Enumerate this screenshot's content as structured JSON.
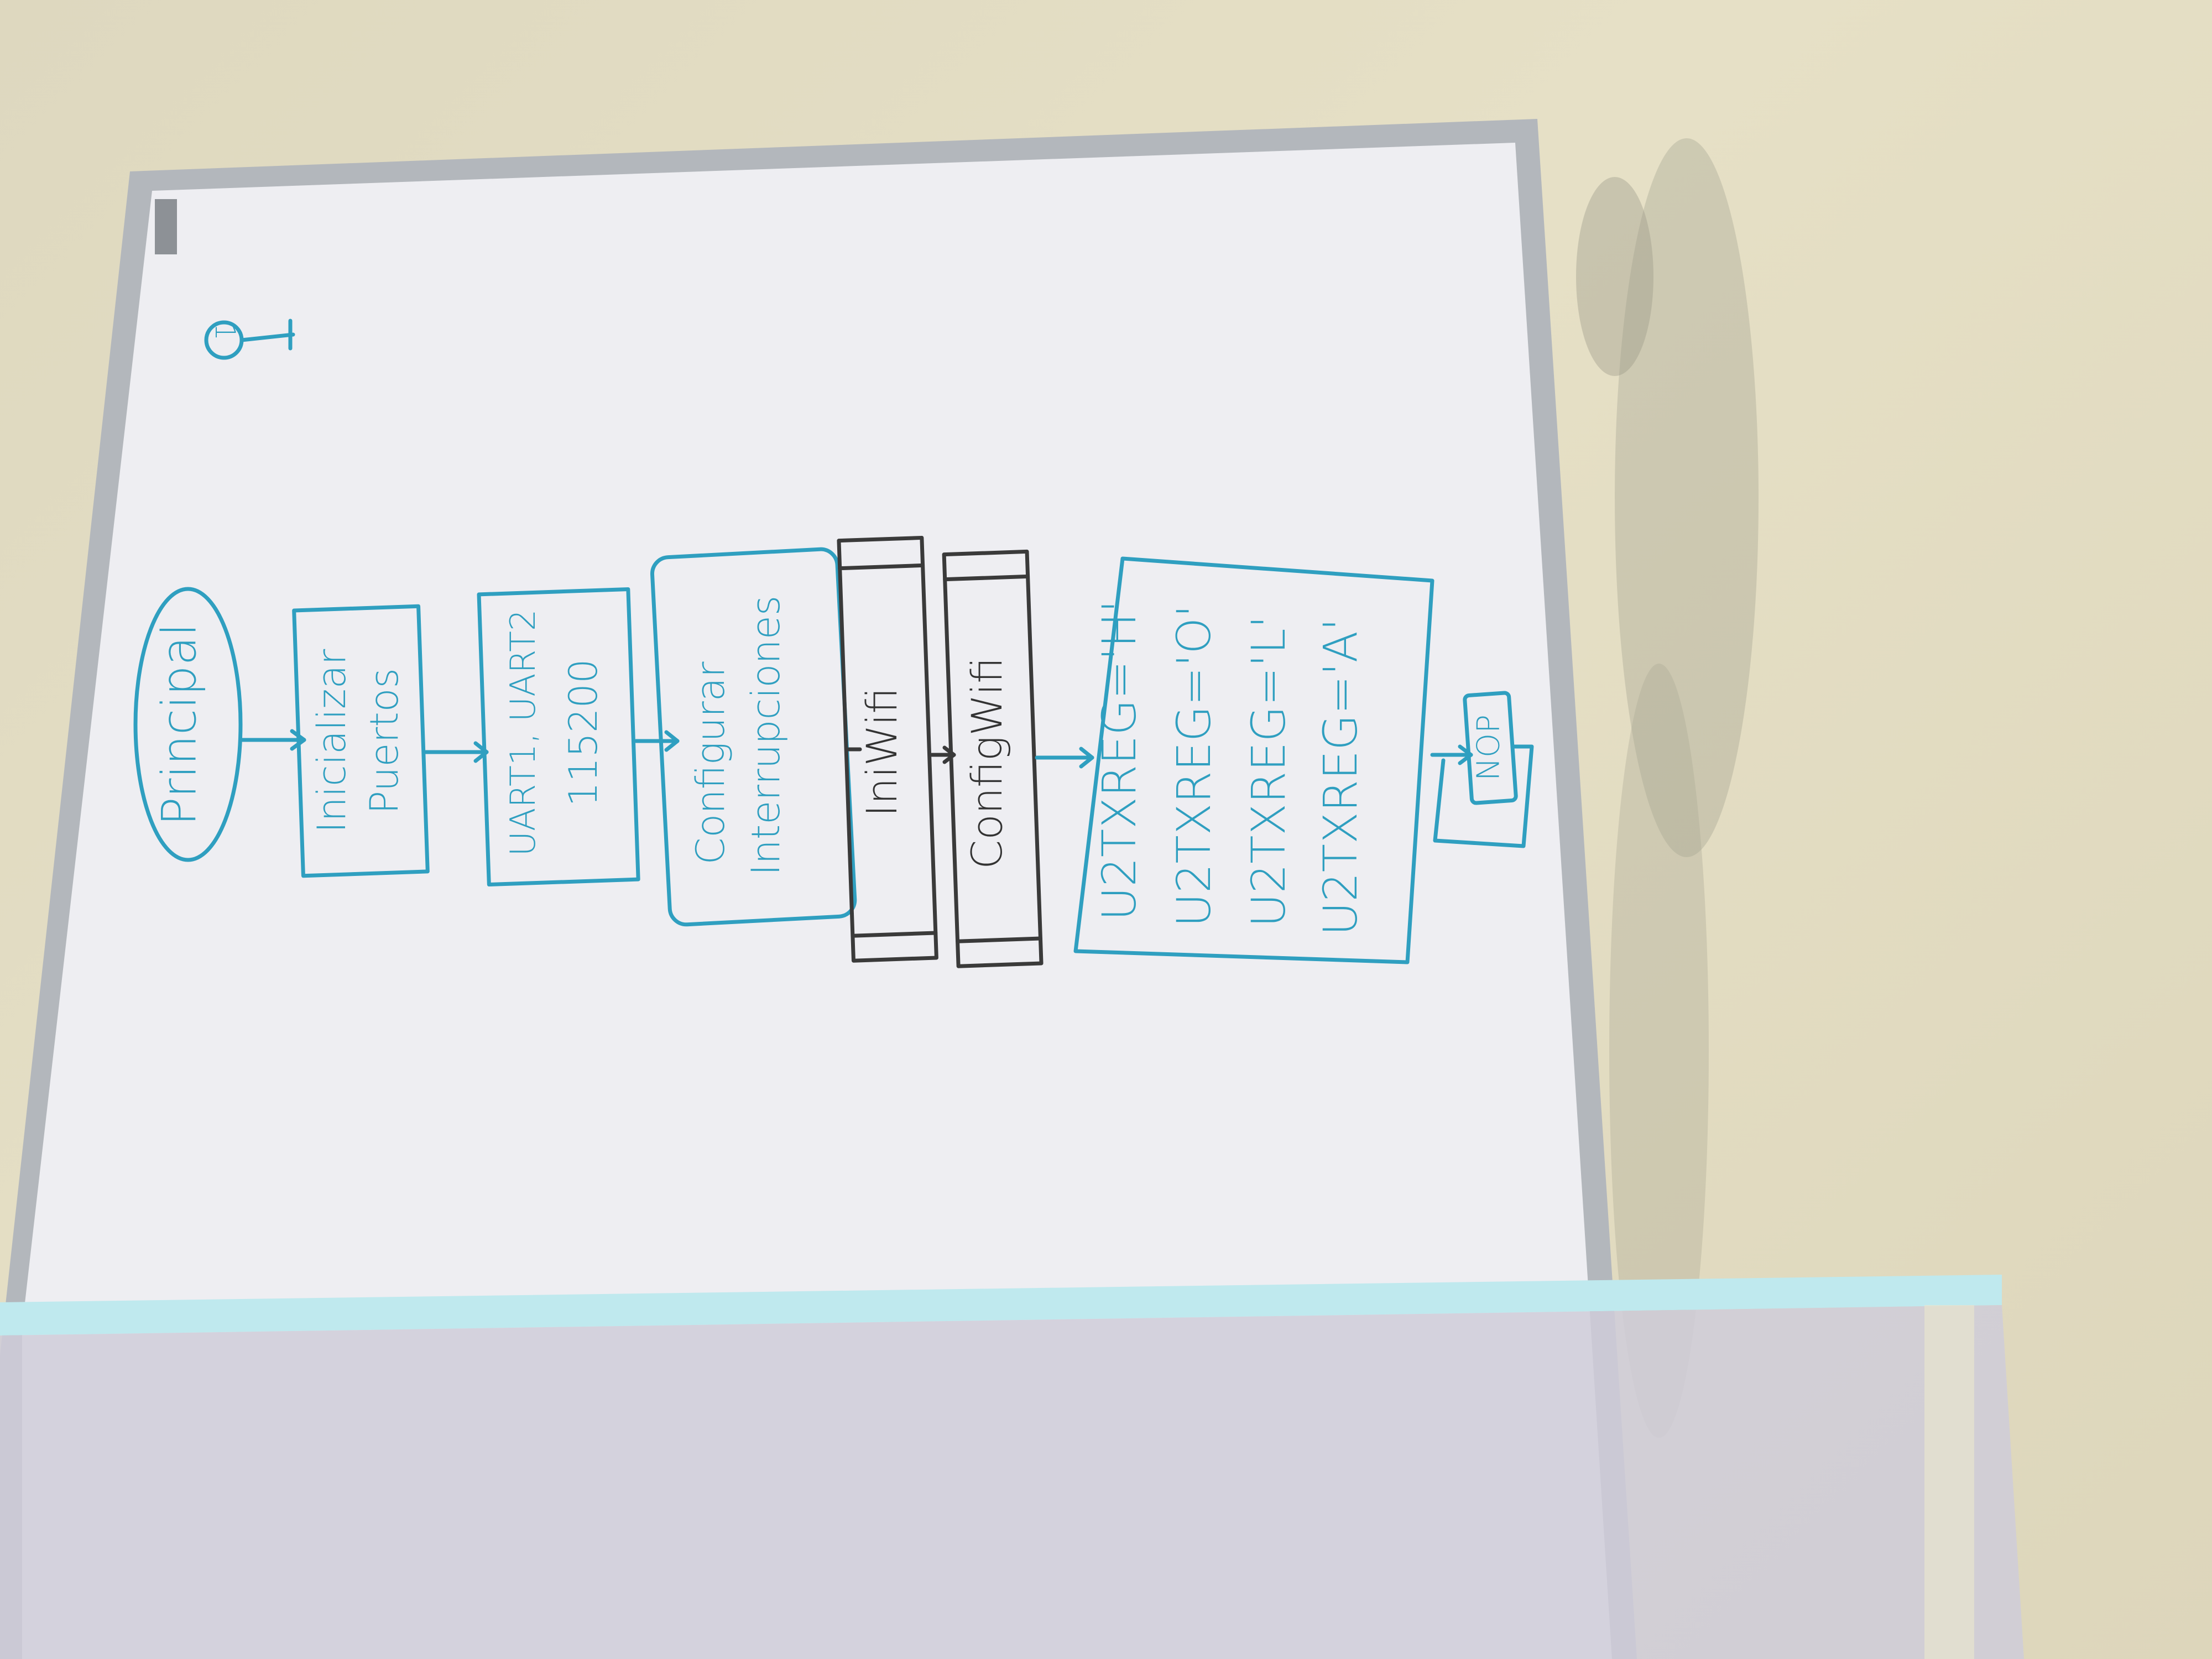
{
  "scene": {
    "kind": "photo of whiteboard flowchart (rotated 90°)",
    "colors": {
      "wall": "#e2dcc2",
      "board": "#eeeef2",
      "frame": "#b3b7bc",
      "ink_blue": "#2f9fc0",
      "ink_dark": "#3a3a3a",
      "projector_light": "#bfe9ee",
      "projector_shadow": "#cfcdd9"
    }
  },
  "flowchart": {
    "corner_mark": "1",
    "start": "Principal",
    "step1": [
      "Inicializar",
      "Puertos"
    ],
    "step2": [
      "UART1, UART2",
      "115200"
    ],
    "step3": [
      "Configurar",
      "Interrupciones"
    ],
    "sub1": "IniWifi",
    "sub2": "ConfigWifi",
    "registers": [
      "U2TXREG='H'",
      "U2TXREG='O'",
      "U2TXREG='L'",
      "U2TXREG='A'"
    ],
    "loop": "NOP"
  }
}
